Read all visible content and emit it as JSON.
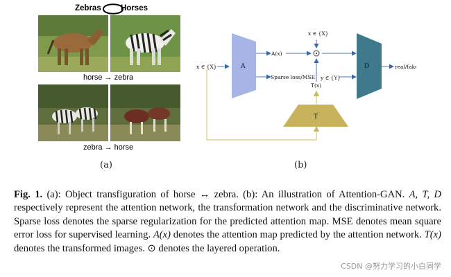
{
  "panel_a": {
    "header_left": "Zebras",
    "header_right": "Horses",
    "row1_label": "horse → zebra",
    "row2_label": "zebra → horse",
    "sublabel": "(a)"
  },
  "panel_b": {
    "sublabel": "(b)",
    "input_x": "x ∈ {X}",
    "block_a": "A",
    "a_out": "A(x)",
    "sparse": "Sparse loss/MSE",
    "top_x": "x ∈ {X}",
    "odot": "⊙",
    "y_in": "y ∈ {Y}",
    "t_out": "T(x)",
    "block_d": "D",
    "real_fake": "real/fake",
    "block_t": "T",
    "colors": {
      "a_block": "#a6b5e6",
      "d_block": "#3e7a8c",
      "t_block": "#c8b25c",
      "wire": "#d8cc7a"
    }
  },
  "caption": {
    "label": "Fig. 1.",
    "s1": " (a): Object transfiguration of horse ↔ zebra. (b): An illustration of Attention-GAN. ",
    "m1": "A, T, D",
    "s2": " respectively represent the attention network, the transformation network and the discriminative network. Sparse loss denotes the sparse regularization for the predicted attention map. MSE denotes mean square error loss for supervised learning. ",
    "m2": "A(x)",
    "s3": " denotes the attention map predicted by the attention network. ",
    "m3": "T(x)",
    "s4": " denotes the transformed images. ⊙ denotes the layered operation."
  },
  "watermark": "CSDN @努力学习的小白同学"
}
